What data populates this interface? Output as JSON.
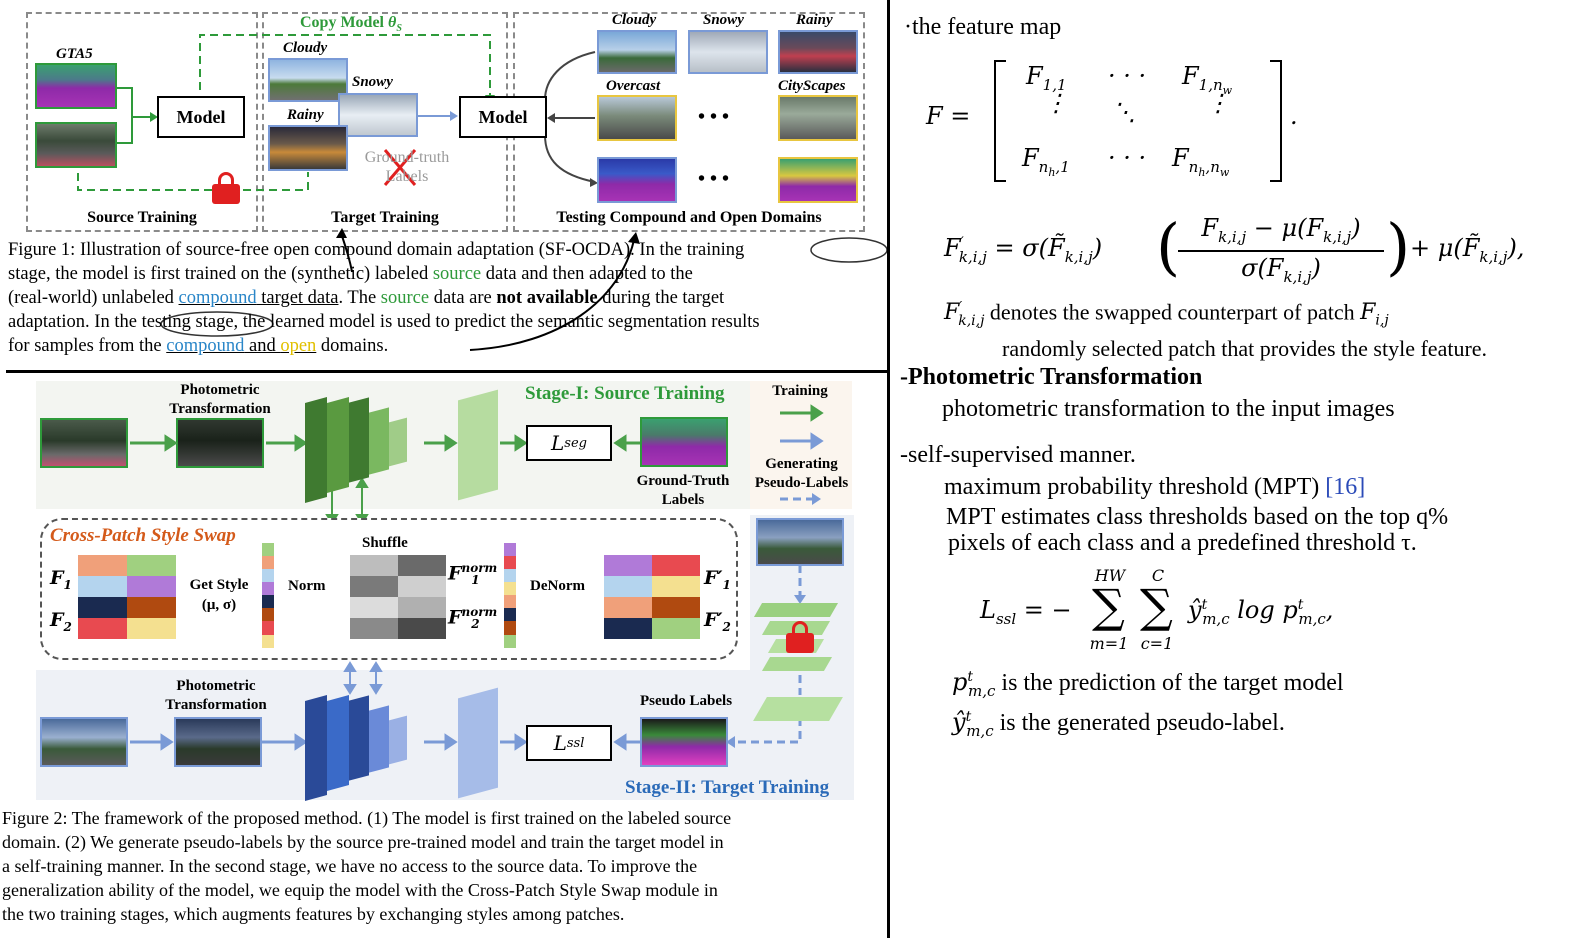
{
  "fig1": {
    "copy_model": "Copy Model",
    "copy_model_theta": "θ",
    "copy_model_sub": "S",
    "gta5": "GTA5",
    "model": "Model",
    "cloudy": "Cloudy",
    "snowy": "Snowy",
    "rainy": "Rainy",
    "overcast": "Overcast",
    "cityscapes": "CityScapes",
    "dots": "• • •",
    "gt_labels_1": "Ground-truth",
    "gt_labels_2": "Labels",
    "source_training": "Source Training",
    "target_training": "Target Training",
    "testing": "Testing Compound and Open Domains"
  },
  "caption1": {
    "l1": "Figure 1: Illustration of source-free open compound domain adaptation (SF-OCDA). In the training",
    "l2a": "stage, the model is first trained on the (synthetic) labeled ",
    "l2b": "source",
    "l2c": " data and then adapted to the",
    "l3a": "(real-world) unlabeled ",
    "l3b": "compound",
    "l3c": " target data",
    "l3d": ". The ",
    "l3e": "source",
    "l3f": " data are ",
    "l3g": "not available",
    "l3h": " during the target",
    "l4": "adaptation. In the testing stage, the learned model is used to predict the semantic segmentation results",
    "l5a": "for samples from the ",
    "l5b": "compound",
    "l5c": " and ",
    "l5d": "open",
    "l5e": " domains."
  },
  "fig2": {
    "photometric_1": "Photometric",
    "photometric_2": "Transformation",
    "stage1": "Stage-I: Source Training",
    "stage2": "Stage-II: Target Training",
    "lseg": "L",
    "lseg_sub": "seg",
    "lssl": "L",
    "lssl_sub": "ssl",
    "gt1": "Ground-Truth",
    "gt2": "Labels",
    "legend_training": "Training",
    "legend_gen1": "Generating",
    "legend_gen2": "Pseudo-Labels",
    "cpss": "Cross-Patch Style Swap",
    "f1": "F",
    "f1_sub": "1",
    "f2": "F",
    "f2_sub": "2",
    "get_style": "Get Style",
    "mu_sigma": "(μ, σ)",
    "norm": "Norm",
    "shuffle": "Shuffle",
    "denorm": "DeNorm",
    "f1norm_sup": "norm",
    "pseudo_labels": "Pseudo Labels",
    "f1p": "F′",
    "f2p": "F′"
  },
  "caption2": {
    "l1": "Figure 2: The framework of the proposed method. (1) The model is first trained on the labeled source",
    "l2": "domain. (2) We generate pseudo-labels by the source pre-trained model and train the target model in",
    "l3": "a self-training manner. In the second stage, we have no access to the source data. To improve the",
    "l4": "generalization ability of the model, we equip the model with the Cross-Patch Style Swap module in",
    "l5": "the two training stages, which augments features by exchanging styles among patches."
  },
  "right": {
    "feature_map": "the feature map",
    "swap_desc_1": "denotes the swapped counterpart of patch",
    "swap_desc_2": "randomly selected patch that provides the style feature.",
    "photo_head": "Photometric Transformation",
    "photo_desc": "photometric transformation to the input images",
    "self_sup": "self-supervised manner.",
    "mpt_1": "maximum probability threshold (MPT) ",
    "mpt_ref": "[16]",
    "mpt_2": "MPT estimates class thresholds based on the top q%",
    "mpt_3": "pixels of each class and a predefined threshold τ.",
    "p_desc": "is the prediction of the target model",
    "y_desc": "is the generated pseudo-label."
  },
  "colors": {
    "green": "#2e9a3a",
    "blue": "#2a86c8",
    "yellow": "#e1c000",
    "orange": "#d45a1a",
    "stage1_bg": "#f3f5f1",
    "stage2_bg": "#eef1f6"
  }
}
